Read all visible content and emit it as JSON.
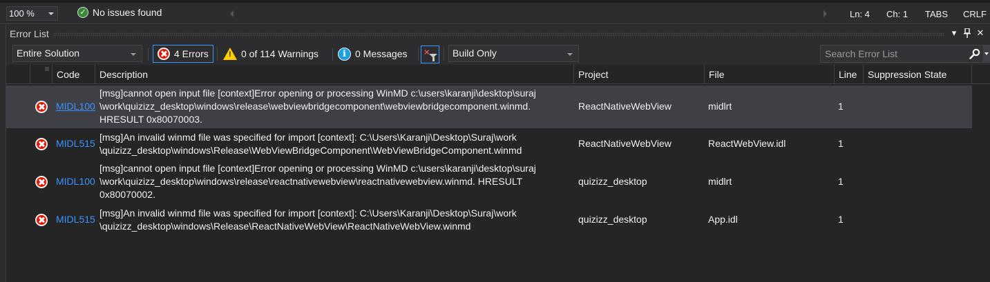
{
  "editor_status": {
    "zoom_level": "100 %",
    "issues_text": "No issues found",
    "line": "Ln: 4",
    "char": "Ch: 1",
    "indent": "TABS",
    "line_ending": "CRLF"
  },
  "panel": {
    "title": "Error List",
    "title_buttons": [
      "window-position-dropdown",
      "pin",
      "close"
    ]
  },
  "toolbar": {
    "scope": "Entire Solution",
    "errors_label": "4 Errors",
    "warnings_label": "0 of 114 Warnings",
    "messages_label": "0 Messages",
    "build_filter": "Build Only",
    "search_placeholder": "Search Error List"
  },
  "columns": [
    "Code",
    "Description",
    "Project",
    "File",
    "Line",
    "Suppression State"
  ],
  "rows": [
    {
      "severity": "error",
      "code": "MIDL100",
      "description": "[msg]cannot open input file [context]Error opening or processing WinMD c:\\users\\karanji\\desktop\\suraj\n\\work\\quizizz_desktop\\windows\\release\\webviewbridgecomponent\\webviewbridgecomponent.winmd.\nHRESULT 0x80070003.",
      "project": "ReactNativeWebView",
      "file": "midlrt",
      "line": "1",
      "suppression": ""
    },
    {
      "severity": "error",
      "code": "MIDL515",
      "description": "[msg]An invalid winmd file was specified for import [context]: C:\\Users\\Karanji\\Desktop\\Suraj\\work\n\\quizizz_desktop\\windows\\Release\\WebViewBridgeComponent\\WebViewBridgeComponent.winmd",
      "project": "ReactNativeWebView",
      "file": "ReactWebView.idl",
      "line": "1",
      "suppression": ""
    },
    {
      "severity": "error",
      "code": "MIDL100",
      "description": "[msg]cannot open input file [context]Error opening or processing WinMD c:\\users\\karanji\\desktop\\suraj\n\\work\\quizizz_desktop\\windows\\release\\reactnativewebview\\reactnativewebview.winmd. HRESULT\n0x80070002.",
      "project": "quizizz_desktop",
      "file": "midlrt",
      "line": "1",
      "suppression": ""
    },
    {
      "severity": "error",
      "code": "MIDL515",
      "description": "[msg]An invalid winmd file was specified for import [context]: C:\\Users\\Karanji\\Desktop\\Suraj\\work\n\\quizizz_desktop\\windows\\Release\\ReactNativeWebView\\ReactNativeWebView.winmd",
      "project": "quizizz_desktop",
      "file": "App.idl",
      "line": "1",
      "suppression": ""
    }
  ],
  "colors": {
    "background": "#2d2d30",
    "grid_background": "#252526",
    "selected_row": "#3f3f46",
    "link": "#3794ff",
    "error": "#e51400",
    "warning": "#ffcc00",
    "info": "#1ba1e2",
    "active_border": "#3399ff"
  }
}
